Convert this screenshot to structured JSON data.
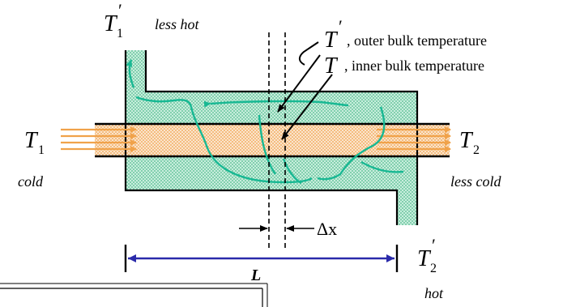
{
  "labels": {
    "t1_prime": {
      "sym": "T",
      "prime": "′",
      "sub": "1",
      "note": "less hot"
    },
    "t_prime_outer": {
      "sym": "T",
      "prime": "′",
      "note": ", outer bulk temperature"
    },
    "t_inner": {
      "sym": "T",
      "note": ", inner bulk temperature"
    },
    "t1": {
      "sym": "T",
      "sub": "1",
      "note": "cold"
    },
    "t2": {
      "sym": "T",
      "sub": "2",
      "note": "less cold"
    },
    "t2_prime": {
      "sym": "T",
      "prime": "′",
      "sub": "2",
      "note": "hot"
    },
    "delta_x": "Δx",
    "length": "L"
  },
  "colors": {
    "outer_fluid": "#a8ddc6",
    "inner_fluid": "#f5c79a",
    "flow_arrows": "#f0a24a",
    "streamlines": "#18b893",
    "length_arrow": "#2a2aaa",
    "lines": "#000000"
  }
}
